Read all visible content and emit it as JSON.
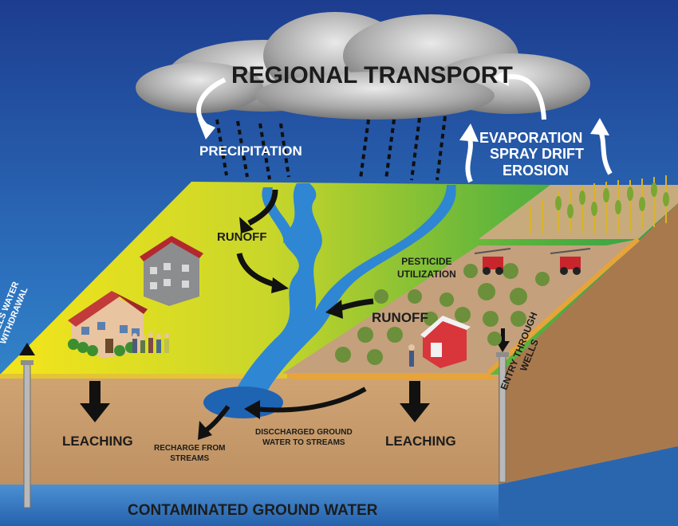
{
  "labels": {
    "regional_transport": "REGIONAL TRANSPORT",
    "precipitation": "PRECIPITATION",
    "evaporation": "EVAPORATION",
    "spray_drift": "SPRAY DRIFT",
    "erosion": "EROSION",
    "runoff_upper": "RUNOFF",
    "runoff_lower": "RUNOFF",
    "pesticide_line1": "PESTICIDE",
    "pesticide_line2": "UTILIZATION",
    "wells_line1": "WELLS WATER",
    "wells_line2": "WITHDRAWAL",
    "entry_line1": "ENTRY THROUGH",
    "entry_line2": "WELLS",
    "leaching_left": "LEACHING",
    "leaching_right": "LEACHING",
    "recharge_line1": "RECHARGE FROM",
    "recharge_line2": "STREAMS",
    "discharged_line1": "DISCCHARGED GROUND",
    "discharged_line2": "WATER TO STREAMS",
    "contaminated": "CONTAMINATED GROUND WATER"
  },
  "colors": {
    "sky_top": "#1d3d8f",
    "sky_bottom": "#3aa0d8",
    "field_yellow": "#f2e21a",
    "field_green": "#3aa845",
    "soil": "#c69a6a",
    "farm_plot": "#c5a382",
    "river": "#2f86d2",
    "ground_water": "#2f78c4",
    "cloud": "#8c8c8c"
  }
}
